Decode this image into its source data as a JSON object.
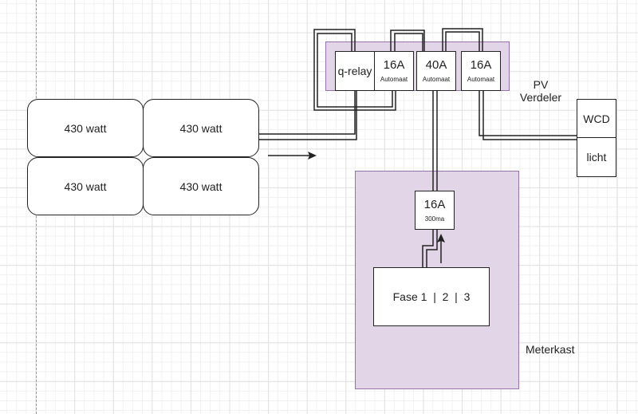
{
  "diagram": {
    "solar_panels": [
      {
        "label": "430 watt"
      },
      {
        "label": "430 watt"
      },
      {
        "label": "430 watt"
      },
      {
        "label": "430 watt"
      }
    ],
    "pv_verdeler": {
      "label_line1": "PV",
      "label_line2": "Verdeler",
      "components": [
        {
          "title": "q-relay",
          "subtitle": ""
        },
        {
          "title": "16A",
          "subtitle": "Automaat"
        },
        {
          "title": "40A",
          "subtitle": "Automaat"
        },
        {
          "title": "16A",
          "subtitle": "Automaat"
        }
      ]
    },
    "outputs": [
      {
        "label": "WCD"
      },
      {
        "label": "licht"
      }
    ],
    "meterkast": {
      "label": "Meterkast",
      "breaker": {
        "title": "16A",
        "subtitle": "300ma"
      },
      "phases": "Fase 1  |  2  |  3"
    },
    "colors": {
      "container_fill": "#e1d5e7",
      "container_border": "#9673a6",
      "stroke": "#222222"
    }
  }
}
